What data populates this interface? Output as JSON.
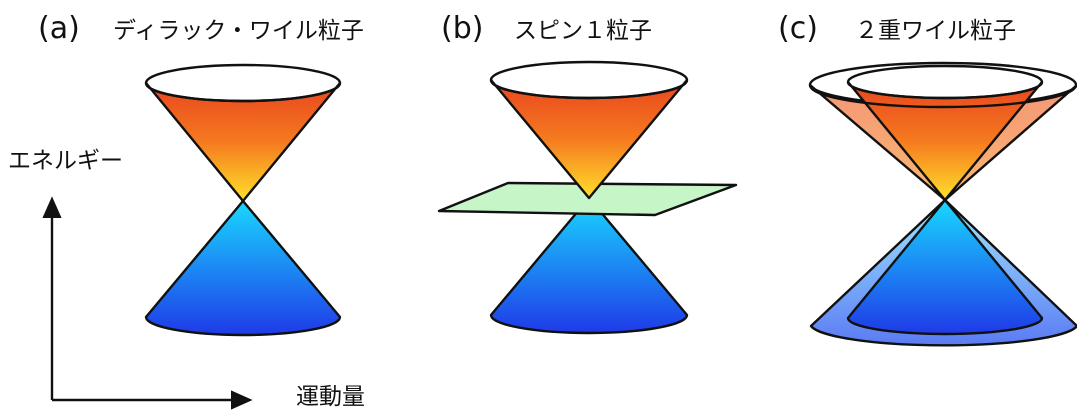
{
  "axes": {
    "y_label": "エネルギー",
    "x_label": "運動量"
  },
  "panels": [
    {
      "letter": "(a)",
      "title": "ディラック・ワイル粒子"
    },
    {
      "letter": "(b)",
      "title": "スピン１粒子"
    },
    {
      "letter": "(c)",
      "title": "２重ワイル粒子"
    }
  ],
  "colors": {
    "upper_cone_top": "#e8451f",
    "upper_cone_mid": "#f57a1f",
    "upper_cone_tip": "#ffe02a",
    "lower_cone_tip": "#19d8ff",
    "lower_cone_bottom": "#1f3ae8",
    "flat_band": "#c6f5c8",
    "outline": "#111111"
  }
}
